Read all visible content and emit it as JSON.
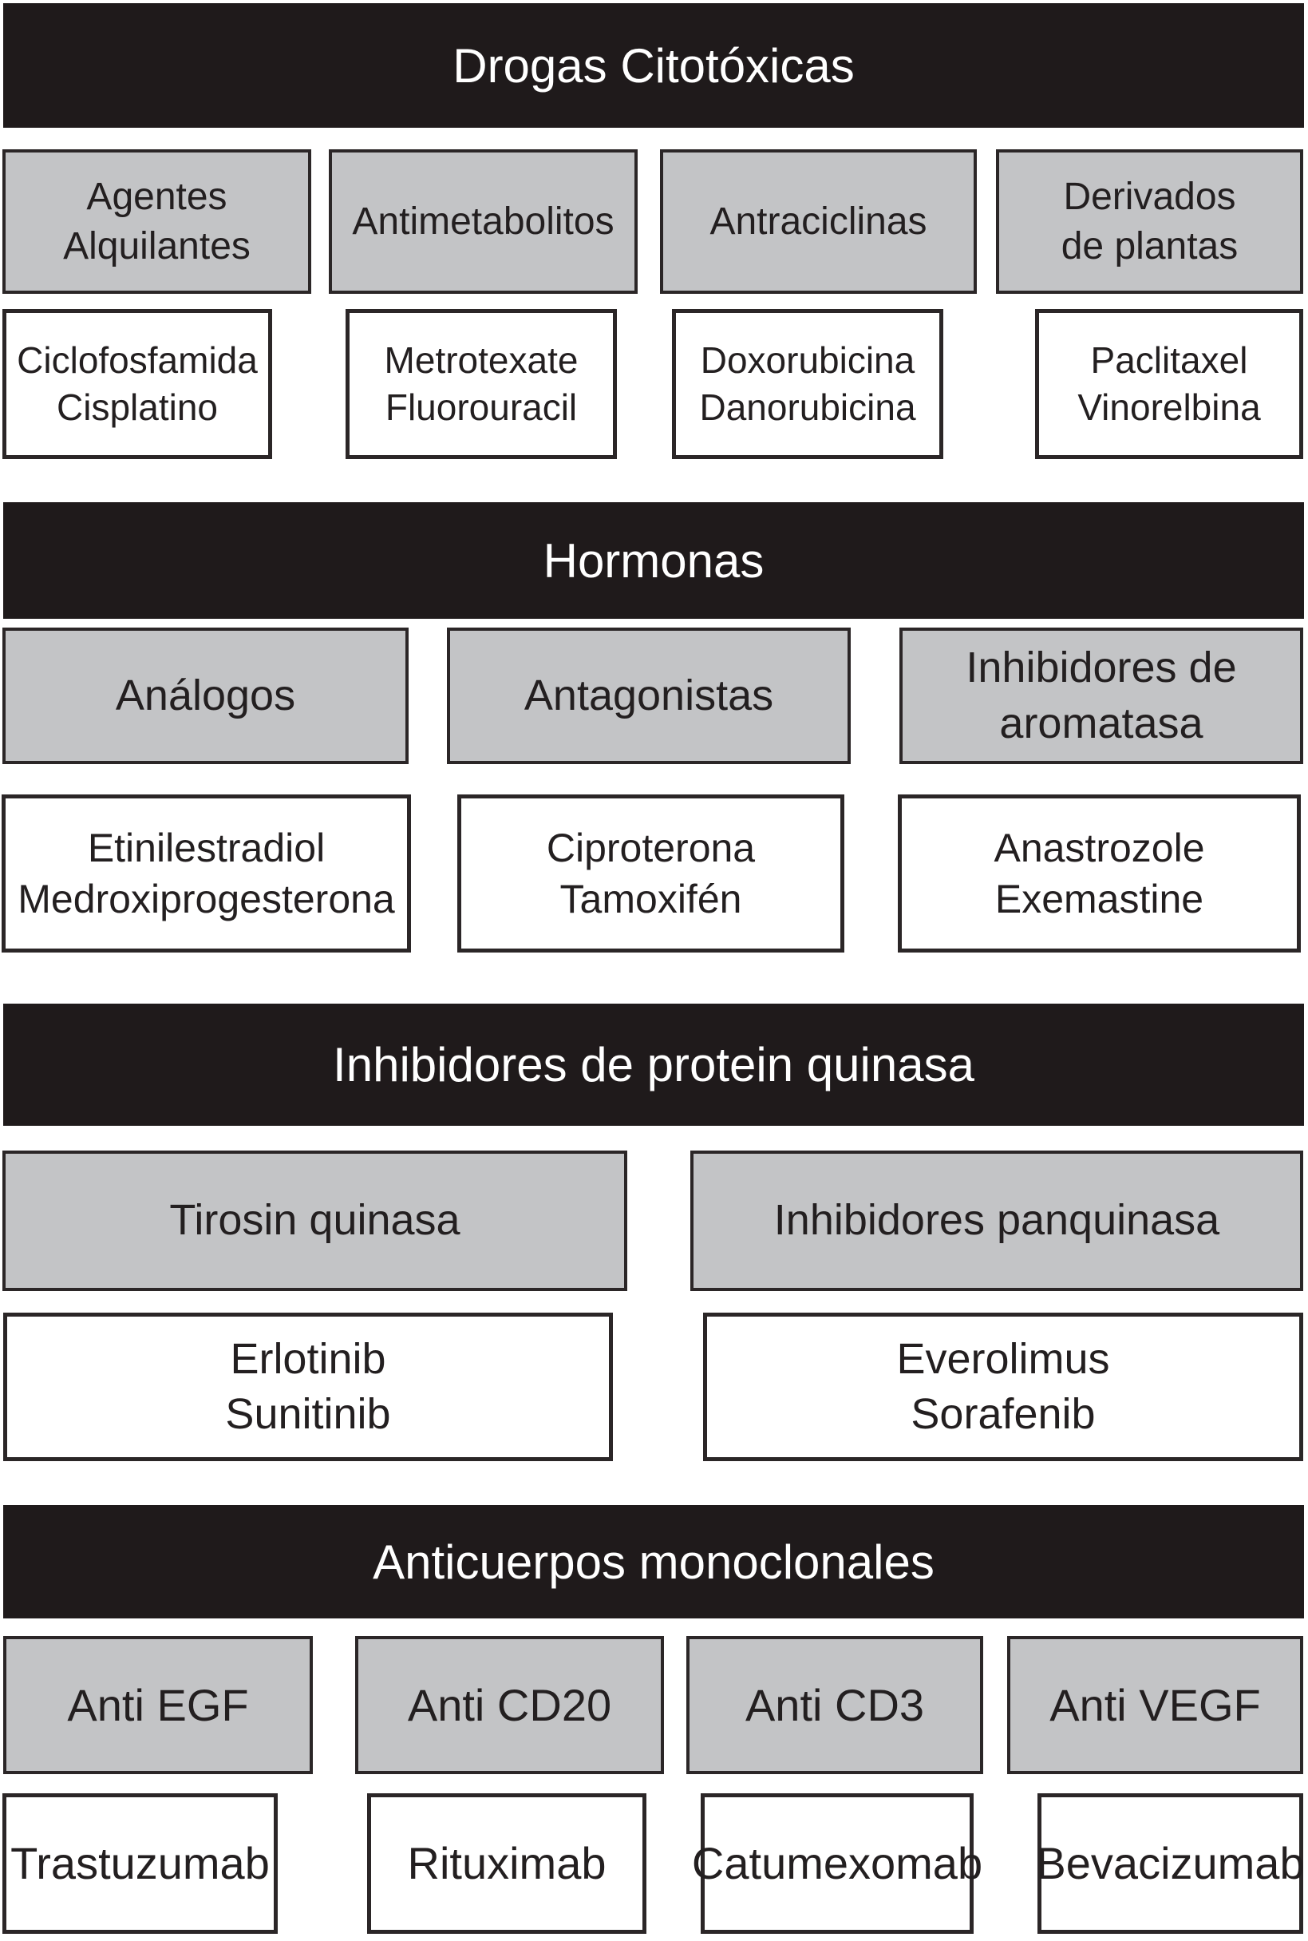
{
  "diagram_title": "Drogas Citotóxicas",
  "colors": {
    "bar_background": "#1f1a1b",
    "bar_text": "#ffffff",
    "category_fill": "#c3c4c6",
    "box_border": "#2b2627",
    "drug_fill": "#ffffff",
    "text": "#231f20",
    "page_background": "#ffffff"
  },
  "sections": [
    {
      "header": "Drogas Citotóxicas",
      "categories": [
        "Agentes\nAlquilantes",
        "Antimetabolitos",
        "Antraciclinas",
        "Derivados\nde plantas"
      ],
      "drugs": [
        "Ciclofosfamida\nCisplatino",
        "Metrotexate\nFluorouracil",
        "Doxorubicina\nDanorubicina",
        "Paclitaxel\nVinorelbina"
      ]
    },
    {
      "header": "Hormonas",
      "categories": [
        "Análogos",
        "Antagonistas",
        "Inhibidores de\naromatasa"
      ],
      "drugs": [
        "Etinilestradiol\nMedroxiprogesterona",
        "Ciproterona\nTamoxifén",
        "Anastrozole\nExemastine"
      ]
    },
    {
      "header": "Inhibidores de protein quinasa",
      "categories": [
        "Tirosin quinasa",
        "Inhibidores panquinasa"
      ],
      "drugs": [
        "Erlotinib\nSunitinib",
        "Everolimus\nSorafenib"
      ]
    },
    {
      "header": "Anticuerpos monoclonales",
      "categories": [
        "Anti EGF",
        "Anti CD20",
        "Anti CD3",
        "Anti VEGF"
      ],
      "drugs": [
        "Trastuzumab",
        "Rituximab",
        "Catumexomab",
        "Bevacizumab"
      ]
    }
  ]
}
